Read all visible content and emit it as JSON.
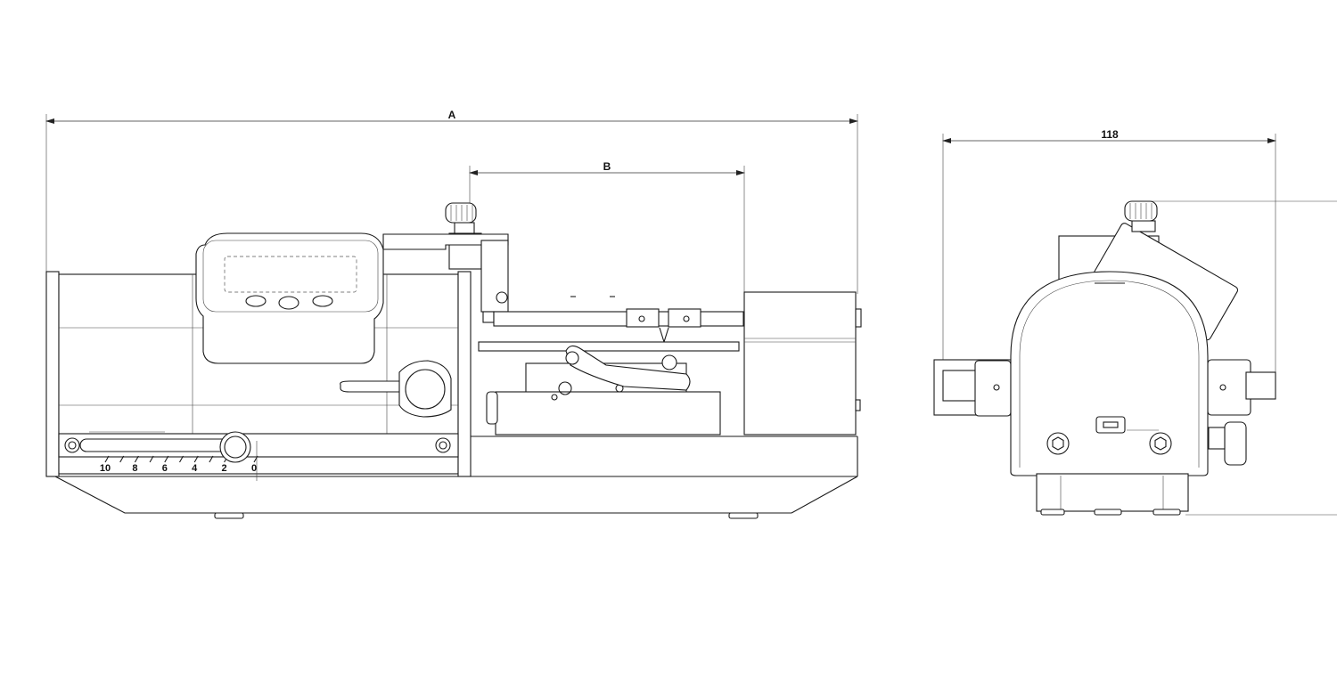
{
  "dimensions": {
    "overall_length_label": "A",
    "sub_length_label": "B",
    "side_width_label": "118"
  },
  "scale": {
    "ticks": [
      "10",
      "8",
      "6",
      "4",
      "2",
      "0"
    ]
  },
  "colors": {
    "line": "#1a1a1a",
    "background": "#ffffff"
  }
}
